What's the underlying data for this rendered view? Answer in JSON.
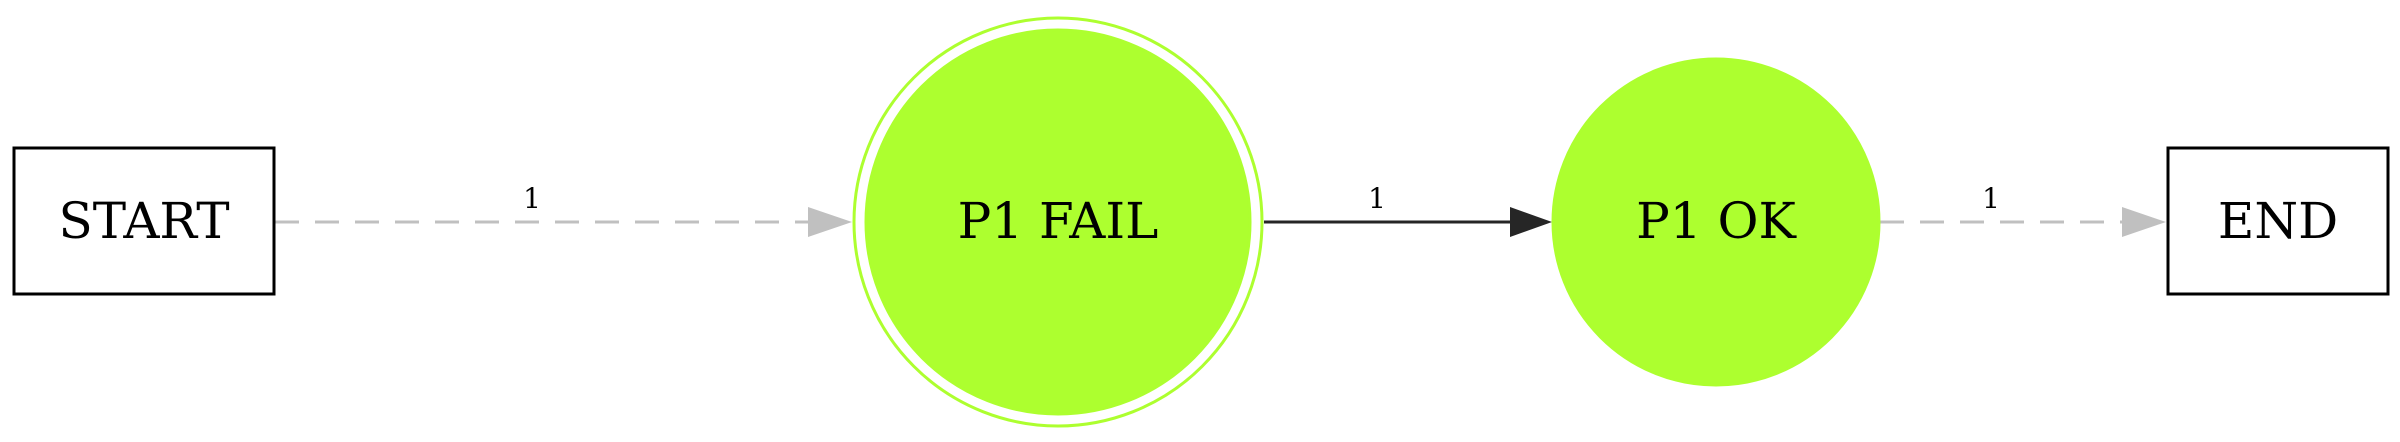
{
  "diagram": {
    "nodes": {
      "start": {
        "label": "START",
        "shape": "box"
      },
      "p1_fail": {
        "label": "P1 FAIL",
        "shape": "doublecircle",
        "fill": "#adff2f"
      },
      "p1_ok": {
        "label": "P1 OK",
        "shape": "circle",
        "fill": "#adff2f"
      },
      "end": {
        "label": "END",
        "shape": "box"
      }
    },
    "edges": [
      {
        "from": "START",
        "to": "P1 FAIL",
        "label": "1",
        "style": "dashed",
        "color": "#c0c0c0"
      },
      {
        "from": "P1 FAIL",
        "to": "P1 OK",
        "label": "1",
        "style": "solid",
        "color": "#262626"
      },
      {
        "from": "P1 OK",
        "to": "END",
        "label": "1",
        "style": "dashed",
        "color": "#c0c0c0"
      }
    ],
    "colors": {
      "node_fill": "#adff2f",
      "node_outline": "#adff2f",
      "box_outline": "#000000",
      "dashed_edge": "#c0c0c0",
      "solid_edge": "#262626"
    }
  }
}
